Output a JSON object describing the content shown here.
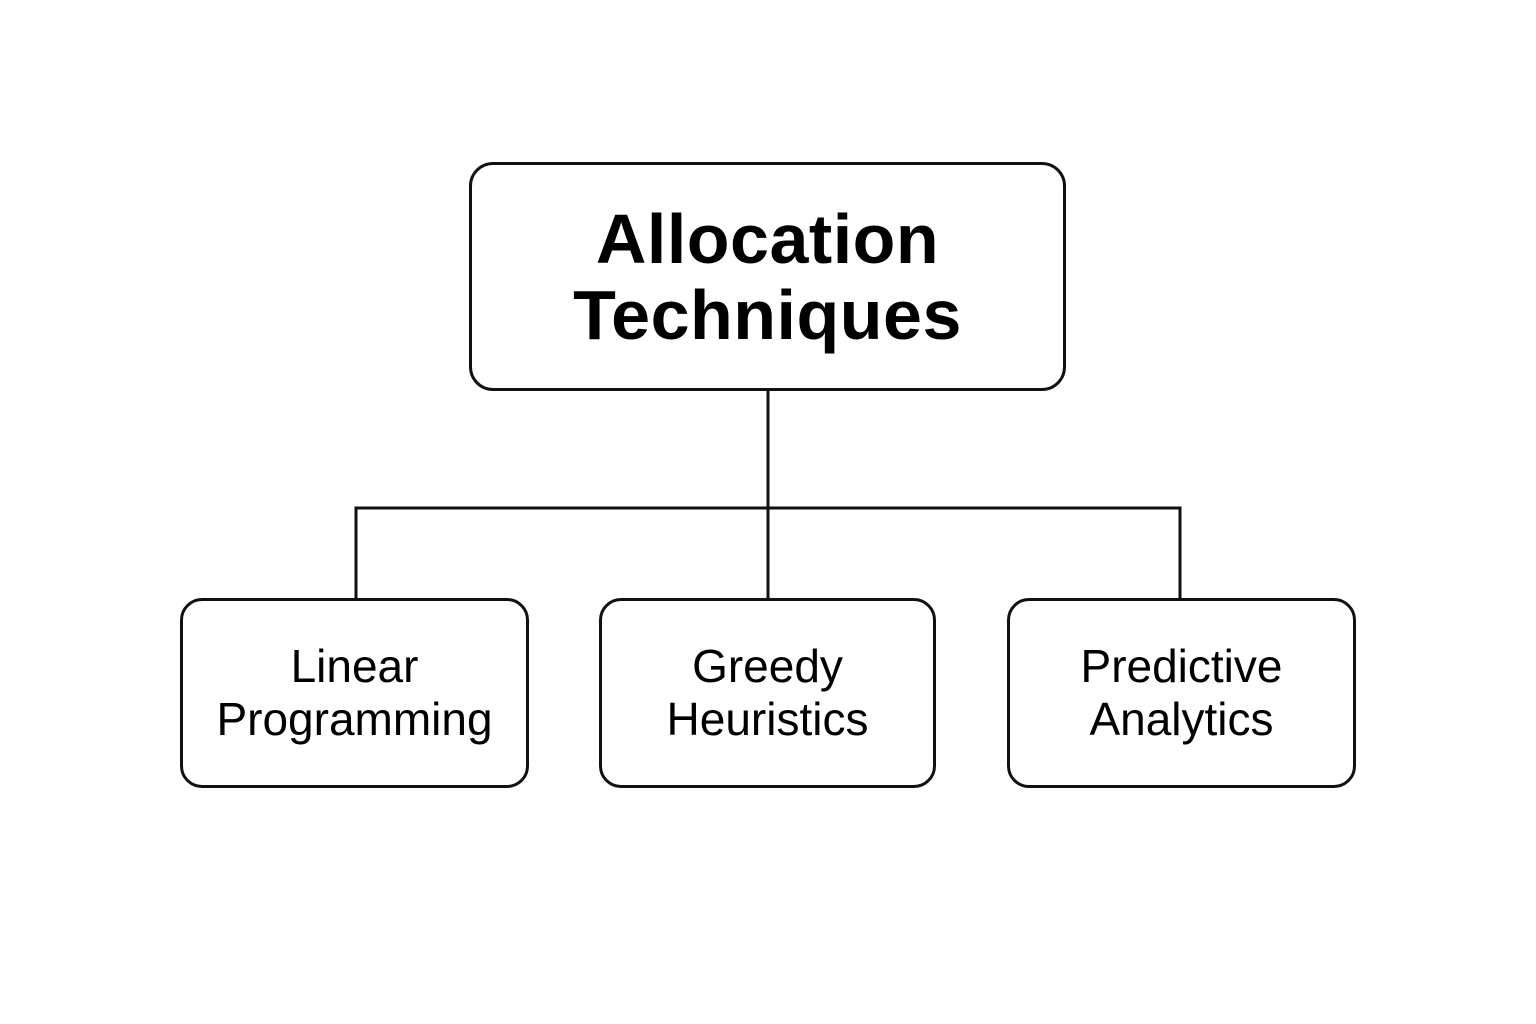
{
  "root": {
    "lines": [
      "Allocation",
      "Techniques"
    ]
  },
  "children": [
    {
      "lines": [
        "Linear",
        "Programming"
      ]
    },
    {
      "lines": [
        "Greedy",
        "Heuristics"
      ]
    },
    {
      "lines": [
        "Predictive",
        "Analytics"
      ]
    }
  ],
  "colors": {
    "stroke": "#111111",
    "background": "#ffffff",
    "text": "#000000"
  }
}
